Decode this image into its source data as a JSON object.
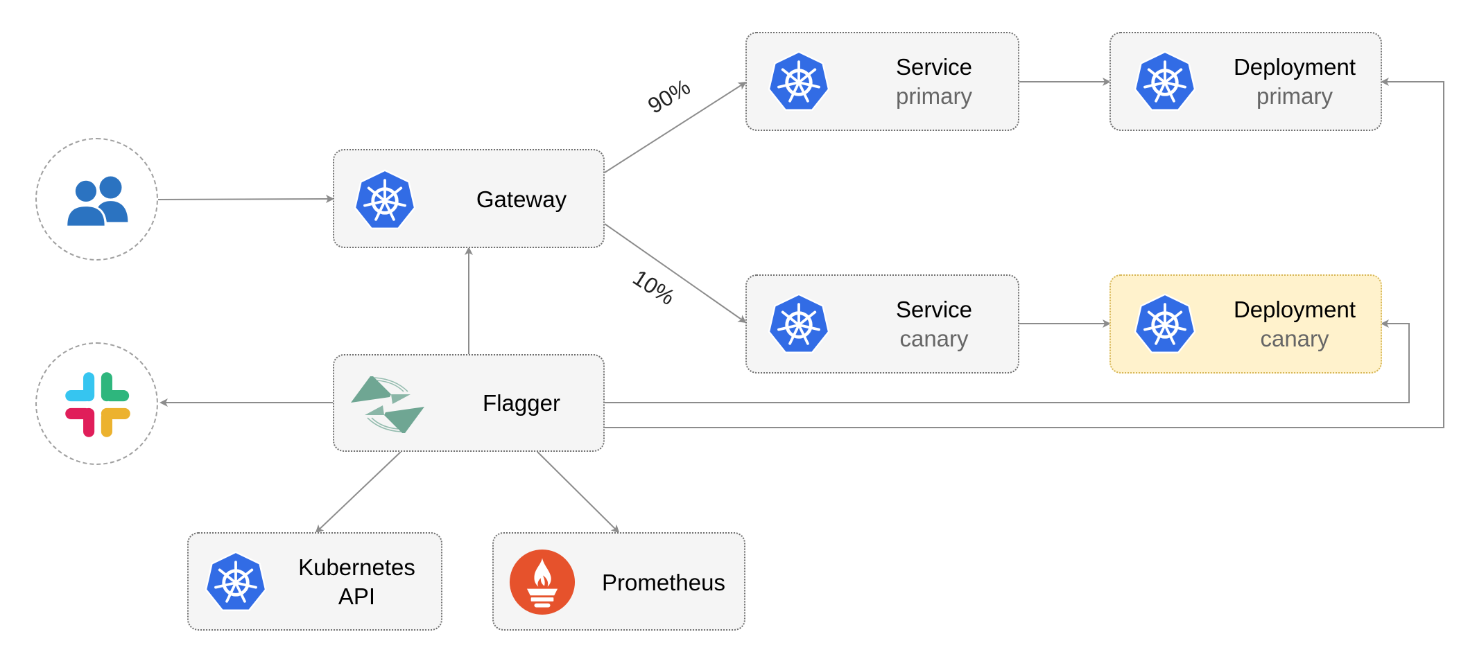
{
  "diagram": {
    "users": {
      "icon": "users-icon"
    },
    "slack": {
      "icon": "slack-icon"
    },
    "gateway": {
      "title": "Gateway",
      "icon": "kubernetes-icon"
    },
    "flagger": {
      "title": "Flagger",
      "icon": "flagger-icon"
    },
    "service_primary": {
      "title": "Service",
      "subtitle": "primary",
      "icon": "kubernetes-icon"
    },
    "deployment_primary": {
      "title": "Deployment",
      "subtitle": "primary",
      "icon": "kubernetes-icon"
    },
    "service_canary": {
      "title": "Service",
      "subtitle": "canary",
      "icon": "kubernetes-icon"
    },
    "deployment_canary": {
      "title": "Deployment",
      "subtitle": "canary",
      "icon": "kubernetes-icon"
    },
    "kubernetes_api": {
      "title": "Kubernetes",
      "subtitle": "API",
      "icon": "kubernetes-icon"
    },
    "prometheus": {
      "title": "Prometheus",
      "icon": "prometheus-icon"
    },
    "edges": {
      "gateway_to_primary": "90%",
      "gateway_to_canary": "10%"
    },
    "colors": {
      "kubernetes_blue": "#326ce5",
      "prometheus_orange": "#e6522c",
      "flagger_green": "#6fa693",
      "users_blue": "#2b73c1",
      "node_fill": "#f5f5f5",
      "canary_fill": "#fff2cc",
      "arrow_gray": "#8c8c8c"
    }
  }
}
